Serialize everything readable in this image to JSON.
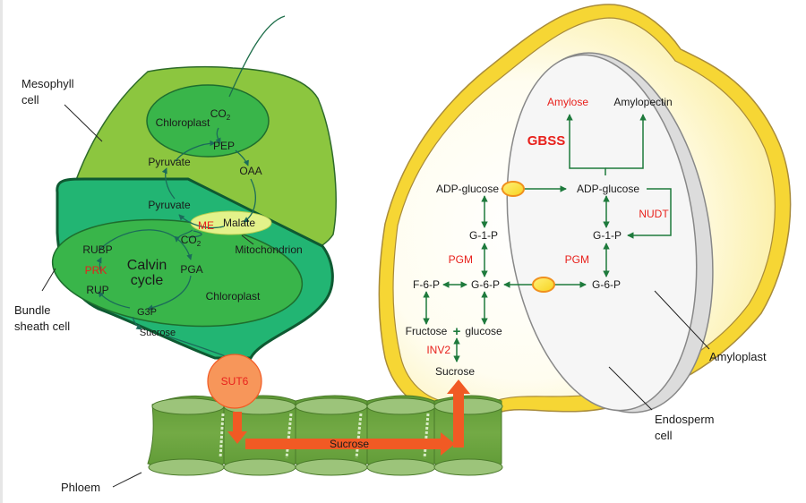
{
  "labels": {
    "mesophyll_cell": [
      "Mesophyll",
      "cell"
    ],
    "bundle_sheath_cell": [
      "Bundle",
      "sheath cell"
    ],
    "phloem": "Phloem",
    "amyloplast": "Amyloplast",
    "endosperm_cell": [
      "Endosperm",
      "cell"
    ]
  },
  "mesophyll": {
    "co2": "CO",
    "co2_sub": "2",
    "chloroplast": "Chloroplast",
    "pep": "PEP",
    "pyruvate": "Pyruvate",
    "oaa": "OAA"
  },
  "bundle_sheath": {
    "pyruvate": "Pyruvate",
    "malate": "Malate",
    "me": "ME",
    "co2": "CO",
    "co2_sub": "2",
    "mitochondrion": "Mitochondrion",
    "rubp": "RUBP",
    "prk": "PRK",
    "rup": "RUP",
    "calvin": [
      "Calvin",
      "cycle"
    ],
    "pga": "PGA",
    "chloroplast": "Chloroplast",
    "g3p": "G3P",
    "sucrose": "Sucrose"
  },
  "transport": {
    "sut6": "SUT6",
    "sucrose": "Sucrose"
  },
  "endosperm": {
    "adp_glucose_cyt": "ADP-glucose",
    "g1p_cyt": "G-1-P",
    "pgm_cyt": "PGM",
    "f6p": "F-6-P",
    "g6p_cyt": "G-6-P",
    "fructose": "Fructose",
    "plus": "+",
    "glucose": "glucose",
    "inv2": "INV2",
    "sucrose": "Sucrose"
  },
  "amyloplast": {
    "amylose": "Amylose",
    "amylopectin": "Amylopectin",
    "gbss": "GBSS",
    "adp_glucose": "ADP-glucose",
    "nudt": "NUDT",
    "g1p": "G-1-P",
    "pgm": "PGM",
    "g6p": "G-6-P"
  },
  "colors": {
    "mesophyll_fill": "#8cc63f",
    "bundle_sheath_fill": "#22b573",
    "chloroplast_fill": "#39b54a",
    "mitochondrion_fill": "#e3f28a",
    "sut6_fill": "#f7965a",
    "arrow_orange": "#f15a24",
    "phloem_fill": "#6aa03f",
    "endosperm_wall": "#f6d634",
    "pathway_green": "#1e7a3c",
    "enzyme_red": "#e8211c"
  }
}
